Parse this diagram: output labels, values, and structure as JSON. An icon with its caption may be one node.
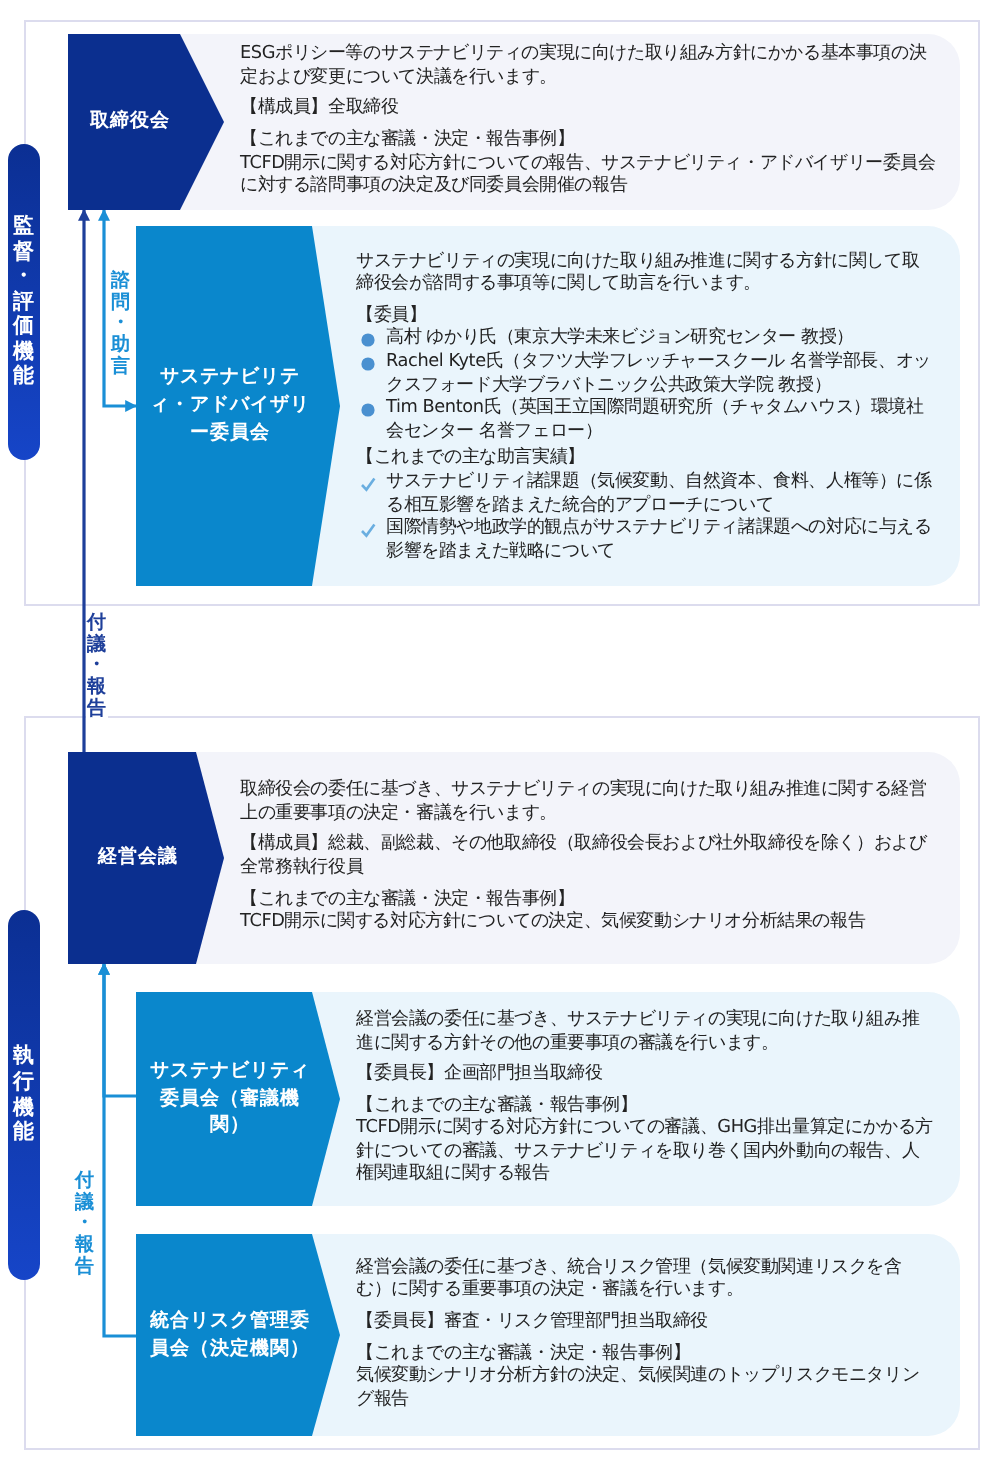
{
  "diagram": {
    "nodes": [
      {
        "text": [
          "監督・評価機能"
        ]
      },
      {
        "text": [
          "取締役会",
          "ESGポリシー等のサステナビリティの実現に向けた取り組み方針にかかる基本事項の決定および変更について決議を行います。",
          "【構成員】全取締役",
          "【これまでの主な審議・決定・報告事例】",
          "TCFD開示に関する対応方針についての報告、サステナビリティ・アドバイザリー委員会に対する諮問事項の決定及び同委員会開催の報告"
        ]
      },
      {
        "text": [
          "サステナビリティ・アドバイザリー委員会",
          "サステナビリティの実現に向けた取り組み推進に関する方針に関して取締役会が諮問する事項等に関して助言を行います。",
          "【委員】",
          "高村 ゆかり氏（東京大学未来ビジョン研究センター 教授）",
          "Rachel Kyte氏（タフツ大学フレッチャースクール 名誉学部長、オックスフォード大学ブラバトニック公共政策大学院 教授）",
          "Tim Benton氏（英国王立国際問題研究所（チャタムハウス）環境社会センター 名誉フェロー）",
          "【これまでの主な助言実績】",
          "サステナビリティ諸課題（気候変動、自然資本、食料、人権等）に係る相互影響を踏まえた統合的アプローチについて",
          "国際情勢や地政学的観点がサステナビリティ諸課題への対応に与える影響を踏まえた戦略について"
        ]
      },
      {
        "text": [
          "執行機能"
        ]
      },
      {
        "text": [
          "経営会議",
          "取締役会の委任に基づき、サステナビリティの実現に向けた取り組み推進に関する経営上の重要事項の決定・審議を行います。",
          "【構成員】総裁、副総裁、その他取締役（取締役会長および社外取締役を除く）および全常務執行役員",
          "【これまでの主な審議・決定・報告事例】",
          "TCFD開示に関する対応方針についての決定、気候変動シナリオ分析結果の報告"
        ]
      },
      {
        "text": [
          "サステナビリティ委員会（審議機関）",
          "経営会議の委任に基づき、サステナビリティの実現に向けた取り組み推進に関する方針その他の重要事項の審議を行います。",
          "【委員長】企画部門担当取締役",
          "【これまでの主な審議・報告事例】",
          "TCFD開示に関する対応方針についての審議、GHG排出量算定にかかる方針についての審議、サステナビリティを取り巻く国内外動向の報告、人権関連取組に関する報告"
        ]
      },
      {
        "text": [
          "統合リスク管理委員会（決定機関）",
          "経営会議の委任に基づき、統合リスク管理（気候変動関連リスクを含む）に関する重要事項の決定・審議を行います。",
          "【委員長】審査・リスク管理部門担当取締役",
          "【これまでの主な審議・決定・報告事例】",
          "気候変動シナリオ分析方針の決定、気候関連のトップリスクモニタリング報告"
        ]
      }
    ],
    "edges": [
      {
        "from": 4,
        "to": 1,
        "arrow": "to",
        "label": "付議・報告",
        "color": "#1e3f9a"
      },
      {
        "from": 1,
        "to": 2,
        "arrow": "both",
        "label": "諮問・助言"
      },
      {
        "from": 5,
        "to": 4,
        "arrow": "to"
      },
      {
        "from": 6,
        "to": 4,
        "arrow": "to",
        "label": "付議・報告"
      }
    ]
  }
}
